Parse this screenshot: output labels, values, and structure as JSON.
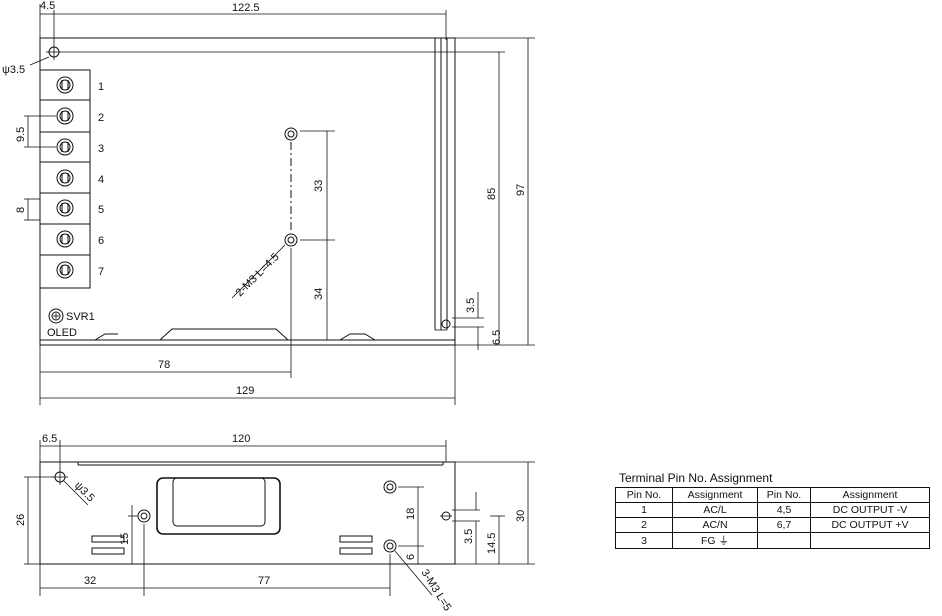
{
  "top_view": {
    "dims": {
      "d4_5": "4.5",
      "d122_5": "122.5",
      "phi3_5": "ψ3.5",
      "d9_5": "9.5",
      "d8": "8",
      "d33": "33",
      "d34": "34",
      "d85": "85",
      "d97": "97",
      "d3_5": "3.5",
      "d6_5": "6.5",
      "d78": "78",
      "d129": "129",
      "screw_note": "2-M3 L=4.5"
    },
    "terminals": [
      "1",
      "2",
      "3",
      "4",
      "5",
      "6",
      "7"
    ],
    "svr_label": "SVR1",
    "led_label": "OLED"
  },
  "side_view": {
    "dims": {
      "d6_5": "6.5",
      "d120": "120",
      "phi3_5": "ψ3.5",
      "d26": "26",
      "d15": "15",
      "d18": "18",
      "d6": "6",
      "d3_5": "3.5",
      "d14_5": "14.5",
      "d30": "30",
      "d32": "32",
      "d77": "77",
      "screw_note": "3-M3 L=5"
    }
  },
  "pin_table": {
    "title": "Terminal Pin No.  Assignment",
    "headers": [
      "Pin No.",
      "Assignment",
      "Pin No.",
      "Assignment"
    ],
    "rows": [
      [
        "1",
        "AC/L",
        "4,5",
        "DC OUTPUT -V"
      ],
      [
        "2",
        "AC/N",
        "6,7",
        "DC OUTPUT +V"
      ],
      [
        "3",
        "FG ⏚",
        "",
        ""
      ]
    ]
  }
}
